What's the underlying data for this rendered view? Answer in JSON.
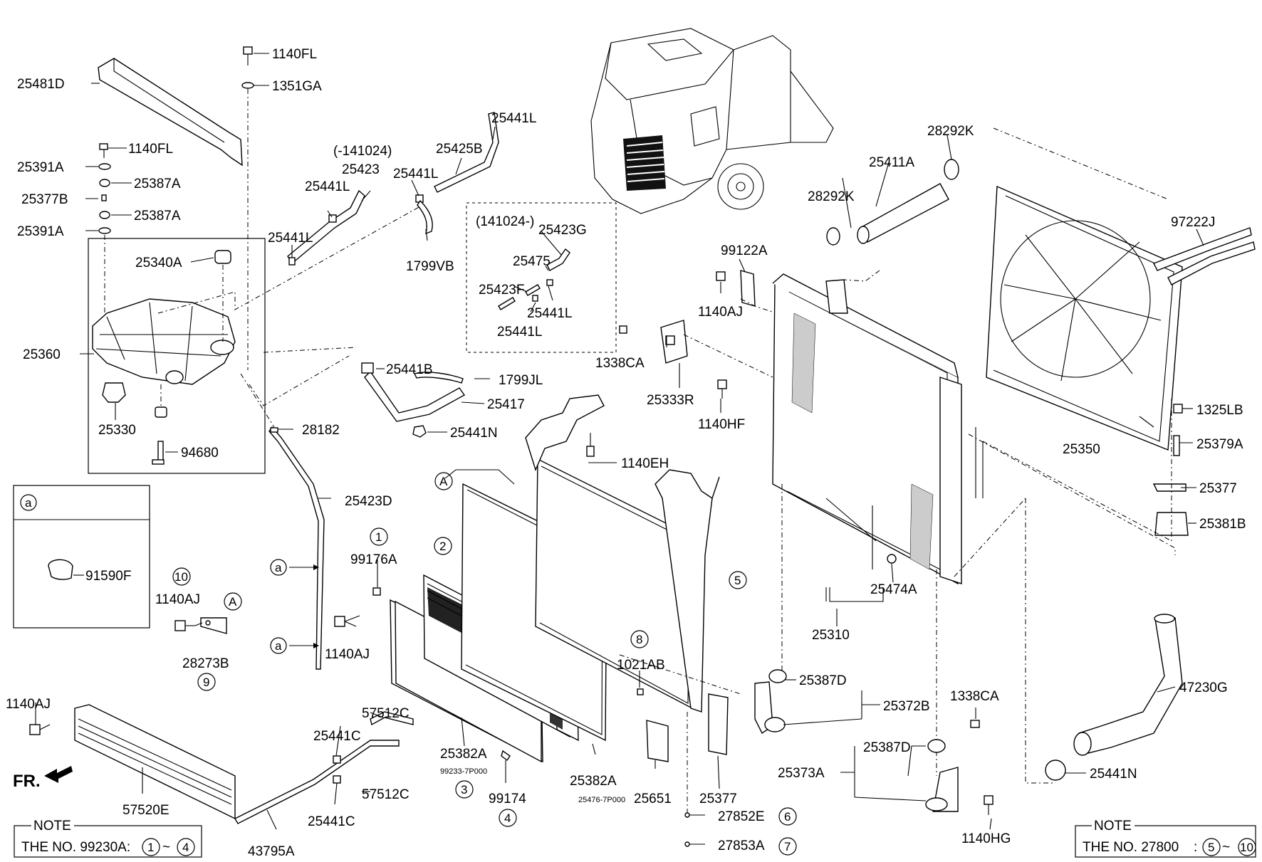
{
  "parts": {
    "p25481D": "25481D",
    "p1140FL_a": "1140FL",
    "p1351GA": "1351GA",
    "p1140FL_b": "1140FL",
    "p25391A_a": "25391A",
    "p25387A_a": "25387A",
    "p25377B": "25377B",
    "p25387A_b": "25387A",
    "p25391A_b": "25391A",
    "p25340A": "25340A",
    "p25360": "25360",
    "p25330": "25330",
    "p94680": "94680",
    "p141024_note": "(-141024)",
    "p25423": "25423",
    "p25441L_1": "25441L",
    "p25441L_2": "25441L",
    "p25441L_3": "25441L",
    "p25425B": "25425B",
    "p25441L_4": "25441L",
    "p1799VB": "1799VB",
    "p141024_from": "(141024-)",
    "p25423G": "25423G",
    "p25475": "25475",
    "p25423F": "25423F",
    "p25441L_5": "25441L",
    "p25441L_6": "25441L",
    "p25441B": "25441B",
    "p1799JL": "1799JL",
    "p25417": "25417",
    "p25441N_a": "25441N",
    "p28182": "28182",
    "p25423D": "25423D",
    "p91590F": "91590F",
    "p99176A": "99176A",
    "p1140AJ_a": "1140AJ",
    "p28273B": "28273B",
    "p1140AJ_b": "1140AJ",
    "p1140AJ_c": "1140AJ",
    "p57520E": "57520E",
    "p25441C_a": "25441C",
    "p57512C_a": "57512C",
    "p57512C_b": "57512C",
    "p25441C_b": "25441C",
    "p43795A": "43795A",
    "p25382A_a": "25382A",
    "p99233": "99233-7P000",
    "p99174": "99174",
    "p25382A_b": "25382A",
    "p25476": "25476-7P000",
    "p1140EH": "1140EH",
    "p1021AB": "1021AB",
    "p25651": "25651",
    "p25377_a": "25377",
    "p27852E": "27852E",
    "p27853A": "27853A",
    "p99122A": "99122A",
    "p1140AJ_d": "1140AJ",
    "p1338CA_a": "1338CA",
    "p25333R": "25333R",
    "p1140HF": "1140HF",
    "p28292K_a": "28292K",
    "p25411A": "25411A",
    "p28292K_b": "28292K",
    "p25474A": "25474A",
    "p25310": "25310",
    "p25387D_a": "25387D",
    "p25372B": "25372B",
    "p1338CA_b": "1338CA",
    "p25387D_b": "25387D",
    "p25373A": "25373A",
    "p1140HG": "1140HG",
    "p97222J": "97222J",
    "p1325LB": "1325LB",
    "p25350": "25350",
    "p25379A": "25379A",
    "p25377_b": "25377",
    "p25381B": "25381B",
    "p47230G": "47230G",
    "p25441N_b": "25441N"
  },
  "callouts": {
    "c1": "1",
    "c2": "2",
    "c3": "3",
    "c4": "4",
    "c5": "5",
    "c6": "6",
    "c7": "7",
    "c8": "8",
    "c9": "9",
    "c10": "10",
    "cA1": "A",
    "cA2": "A",
    "ca_box": "a",
    "ca1": "a",
    "ca2": "a"
  },
  "front_label": "FR.",
  "notes": {
    "left_title": "NOTE",
    "left_text": "THE NO. 99230A:",
    "left_from": "1",
    "left_sep": "~",
    "left_to": "4",
    "right_title": "NOTE",
    "right_text": "THE NO. 27800",
    "right_colon": ":",
    "right_from": "5",
    "right_sep": "~",
    "right_to": "10"
  }
}
